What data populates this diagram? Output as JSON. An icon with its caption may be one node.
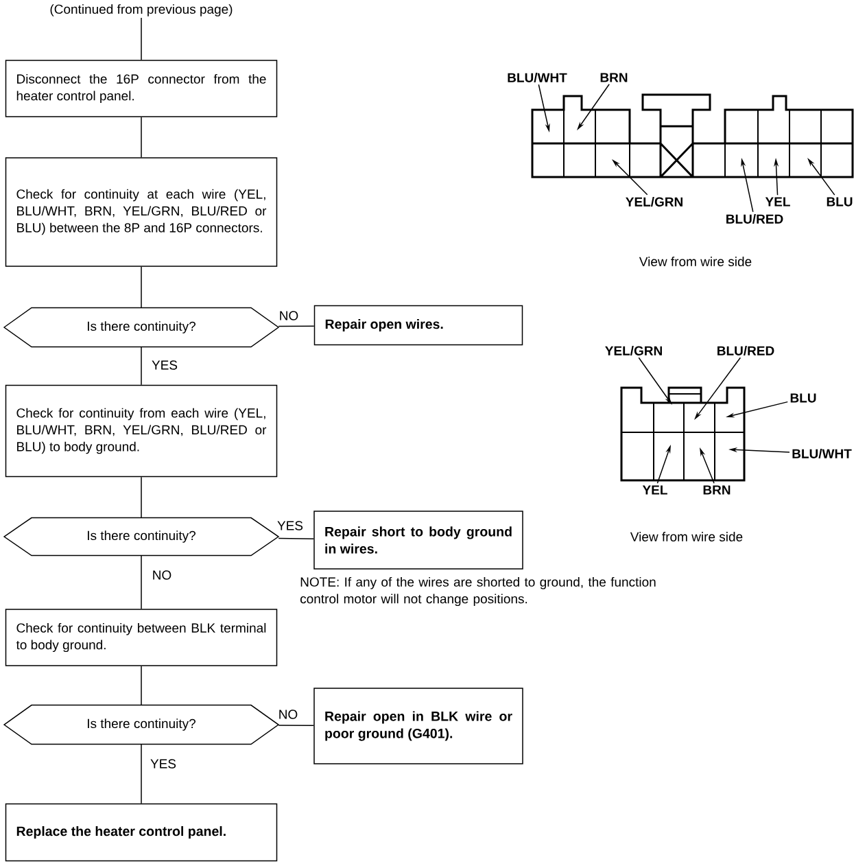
{
  "diagram": {
    "nodes": [
      {
        "text": [
          "(Continued from previous page)"
        ]
      },
      {
        "text": [
          "Disconnect the 16P connector from the heater control panel."
        ]
      },
      {
        "text": [
          "Check for continuity at each wire (YEL, BLU/WHT, BRN, YEL/GRN, BLU/RED or BLU) between the 8P and 16P connectors."
        ]
      },
      {
        "text": [
          "Is there continuity?"
        ]
      },
      {
        "text": [
          "Repair open wires."
        ]
      },
      {
        "text": [
          "Check for continuity from each wire (YEL, BLU/WHT, BRN, YEL/GRN, BLU/RED or BLU) to body ground."
        ]
      },
      {
        "text": [
          "Is there continuity?"
        ]
      },
      {
        "text": [
          "Repair short to body ground in wires."
        ]
      },
      {
        "text": [
          "Check for continuity between BLK terminal to body ground."
        ]
      },
      {
        "text": [
          "Is there continuity?"
        ]
      },
      {
        "text": [
          "Repair open in BLK wire or poor ground (G401)."
        ]
      },
      {
        "text": [
          "Replace the heater control panel."
        ]
      },
      {
        "text": [
          "BLU/WHT"
        ]
      },
      {
        "text": [
          "BRN"
        ]
      },
      {
        "text": [
          "YEL/GRN"
        ]
      },
      {
        "text": [
          "BLU/RED"
        ]
      },
      {
        "text": [
          "YEL"
        ]
      },
      {
        "text": [
          "BLU"
        ]
      },
      {
        "text": [
          "YEL/GRN"
        ]
      },
      {
        "text": [
          "BLU/RED"
        ]
      },
      {
        "text": [
          "BLU"
        ]
      },
      {
        "text": [
          "BLU/WHT"
        ]
      },
      {
        "text": [
          "YEL"
        ]
      },
      {
        "text": [
          "BRN"
        ]
      }
    ],
    "edges": [
      {
        "from": 0,
        "to": 1,
        "arrow": "none"
      },
      {
        "from": 1,
        "to": 2,
        "arrow": "none"
      },
      {
        "from": 2,
        "to": 3,
        "arrow": "none"
      },
      {
        "from": 3,
        "to": 4,
        "arrow": "none",
        "label": "NO"
      },
      {
        "from": 3,
        "to": 5,
        "arrow": "none",
        "label": "YES"
      },
      {
        "from": 5,
        "to": 6,
        "arrow": "none"
      },
      {
        "from": 6,
        "to": 7,
        "arrow": "none",
        "label": "YES"
      },
      {
        "from": 6,
        "to": 8,
        "arrow": "none",
        "label": "NO"
      },
      {
        "from": 8,
        "to": 9,
        "arrow": "none"
      },
      {
        "from": 9,
        "to": 10,
        "arrow": "none",
        "label": "NO"
      },
      {
        "from": 9,
        "to": 11,
        "arrow": "none",
        "label": "YES"
      },
      {
        "from": 12,
        "to": null,
        "arrow": "to"
      },
      {
        "from": 13,
        "to": null,
        "arrow": "to"
      },
      {
        "from": 14,
        "to": null,
        "arrow": "to"
      },
      {
        "from": 15,
        "to": null,
        "arrow": "to"
      },
      {
        "from": 16,
        "to": null,
        "arrow": "to"
      },
      {
        "from": 17,
        "to": null,
        "arrow": "to"
      },
      {
        "from": 18,
        "to": null,
        "arrow": "to"
      },
      {
        "from": 19,
        "to": null,
        "arrow": "to"
      },
      {
        "from": 20,
        "to": null,
        "arrow": "to"
      },
      {
        "from": 21,
        "to": null,
        "arrow": "to"
      },
      {
        "from": 22,
        "to": null,
        "arrow": "to"
      },
      {
        "from": 23,
        "to": null,
        "arrow": "to"
      }
    ],
    "labels": [
      "View from wire side",
      "View from wire side",
      "NOTE: If any of the wires are shorted to ground, the function control motor will not change positions."
    ]
  }
}
